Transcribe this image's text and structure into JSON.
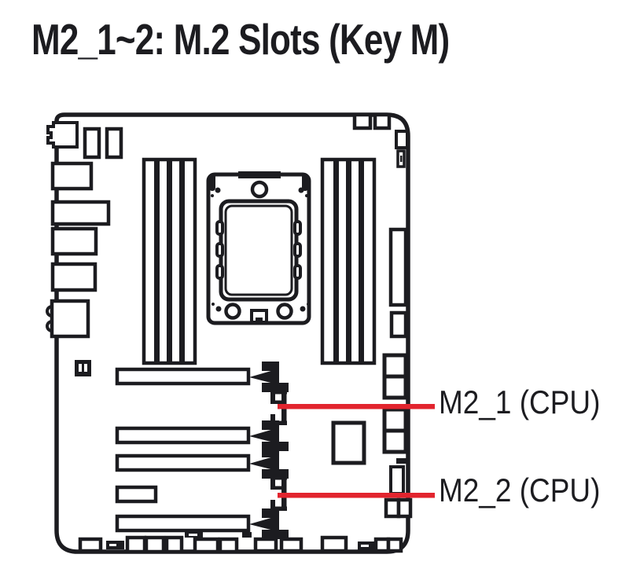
{
  "page": {
    "title": "M2_1~2: M.2 Slots (Key M)"
  },
  "diagram": {
    "kind": "motherboard-m2-slot-location-diagram",
    "colors": {
      "ink": "#1c1c20",
      "callout_red": "#e2242e",
      "background": "#ffffff"
    },
    "callouts": [
      {
        "label": "M2_1 (CPU)"
      },
      {
        "label": "M2_2 (CPU)"
      }
    ],
    "components": [
      "rear-io-panel",
      "dimm-slots-left",
      "dimm-slots-right",
      "cpu-socket",
      "atx-power-connector",
      "sata-ports",
      "chipset",
      "pcie-x16-slots",
      "pcie-x1-slot",
      "m2-slot-1",
      "m2-slot-2",
      "front-panel-headers"
    ]
  }
}
